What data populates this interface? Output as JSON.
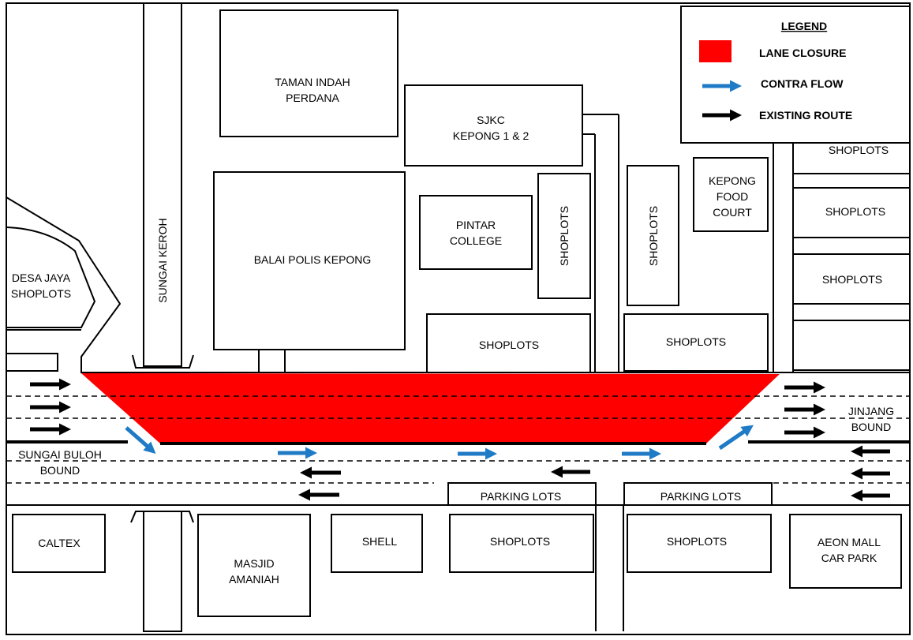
{
  "colors": {
    "lane_closure": "#ff0000",
    "contra_flow": "#1f7bc6",
    "existing_route": "#000000",
    "outline": "#000000",
    "background": "#ffffff"
  },
  "legend": {
    "title": "LEGEND",
    "items": [
      {
        "label": "LANE CLOSURE",
        "icon": "red-rectangle"
      },
      {
        "label": "CONTRA FLOW",
        "icon": "blue-arrow"
      },
      {
        "label": "EXISTING ROUTE",
        "icon": "black-arrow"
      }
    ]
  },
  "places": {
    "taman_indah": [
      "TAMAN INDAH",
      "PERDANA"
    ],
    "sjkc": [
      "SJKC",
      "KEPONG 1 & 2"
    ],
    "desa_jaya": [
      "DESA JAYA",
      "SHOPLOTS"
    ],
    "sungai_keroh": "SUNGAI KEROH",
    "balai_polis": "BALAI POLIS KEPONG",
    "pintar": [
      "PINTAR",
      "COLLEGE"
    ],
    "kepong_food_court": [
      "KEPONG",
      "FOOD",
      "COURT"
    ],
    "shoplots": "SHOPLOTS",
    "caltex": "CALTEX",
    "masjid": [
      "MASJID",
      "AMANIAH"
    ],
    "shell": "SHELL",
    "aeon": [
      "AEON MALL",
      "CAR PARK"
    ],
    "parking_lots": "PARKING LOTS"
  },
  "roads": {
    "jinjang_bound": [
      "JINJANG",
      "BOUND"
    ],
    "sungai_buloh_bound": [
      "SUNGAI BULOH",
      "BOUND"
    ]
  }
}
